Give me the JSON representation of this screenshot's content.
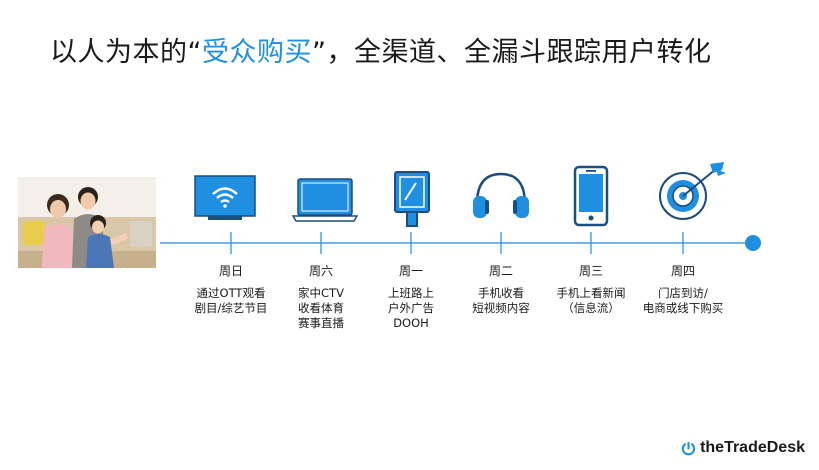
{
  "title": {
    "prefix": "以人为本的“",
    "highlight": "受众购买",
    "suffix": "”，全渠道、全漏斗跟踪用户转化",
    "highlight_color": "#1e8fe1"
  },
  "accent_color": "#1e8fe1",
  "stages": [
    {
      "icon": "smart-tv-icon",
      "day": "周日",
      "lines": [
        "通过OTT观看",
        "剧目/综艺节目"
      ]
    },
    {
      "icon": "laptop-icon",
      "day": "周六",
      "lines": [
        "家中CTV",
        "收看体育",
        "赛事直播"
      ]
    },
    {
      "icon": "outdoor-billboard-icon",
      "day": "周一",
      "lines": [
        "上班路上",
        "户外广告",
        "DOOH"
      ]
    },
    {
      "icon": "headphones-icon",
      "day": "周二",
      "lines": [
        "手机收看",
        "短视频内容"
      ]
    },
    {
      "icon": "smartphone-icon",
      "day": "周三",
      "lines": [
        "手机上看新闻",
        "（信息流）"
      ]
    },
    {
      "icon": "target-icon",
      "day": "周四",
      "lines": [
        "门店到访/",
        "电商或线下购买"
      ]
    }
  ],
  "logo": {
    "text": "theTradeDesk"
  }
}
